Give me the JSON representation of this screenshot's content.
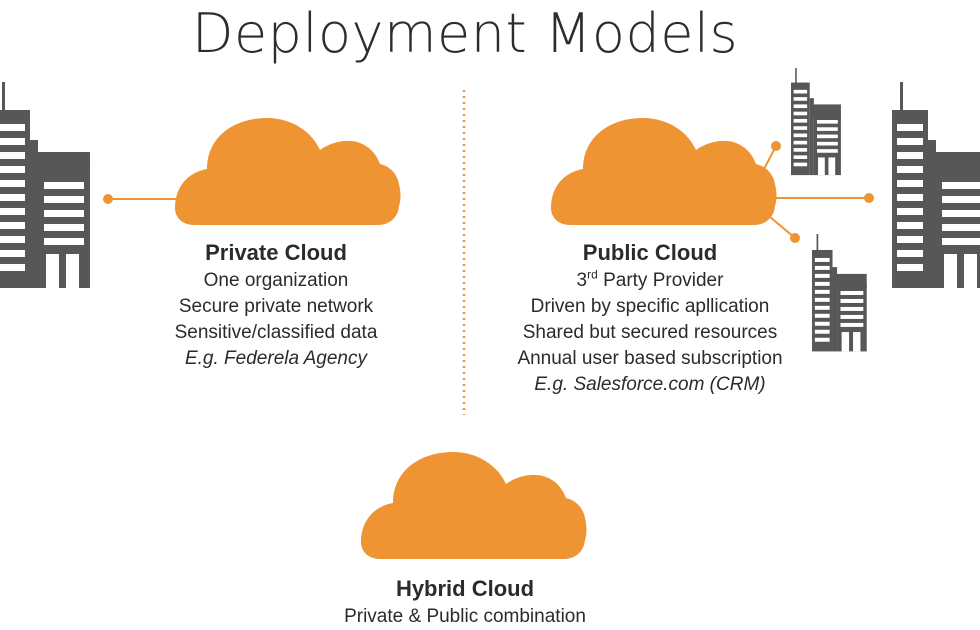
{
  "title": "Deployment Models",
  "colors": {
    "cloud": "#EE9433",
    "building": "#555759",
    "text": "#2b2b2b"
  },
  "private": {
    "heading": "Private Cloud",
    "lines": [
      "One organization",
      "Secure private network",
      "Sensitive/classified data"
    ],
    "example": "E.g. Federela Agency"
  },
  "public": {
    "heading": "Public Cloud",
    "provider_num": "3",
    "provider_sup": "rd",
    "provider_rest": " Party Provider",
    "lines": [
      "Driven by specific apllication",
      "Shared but secured resources",
      "Annual user based subscription"
    ],
    "example": "E.g. Salesforce.com (CRM)"
  },
  "hybrid": {
    "heading": "Hybrid Cloud",
    "lines": [
      "Private & Public combination"
    ]
  },
  "icons": [
    "building-icon",
    "cloud-icon"
  ]
}
